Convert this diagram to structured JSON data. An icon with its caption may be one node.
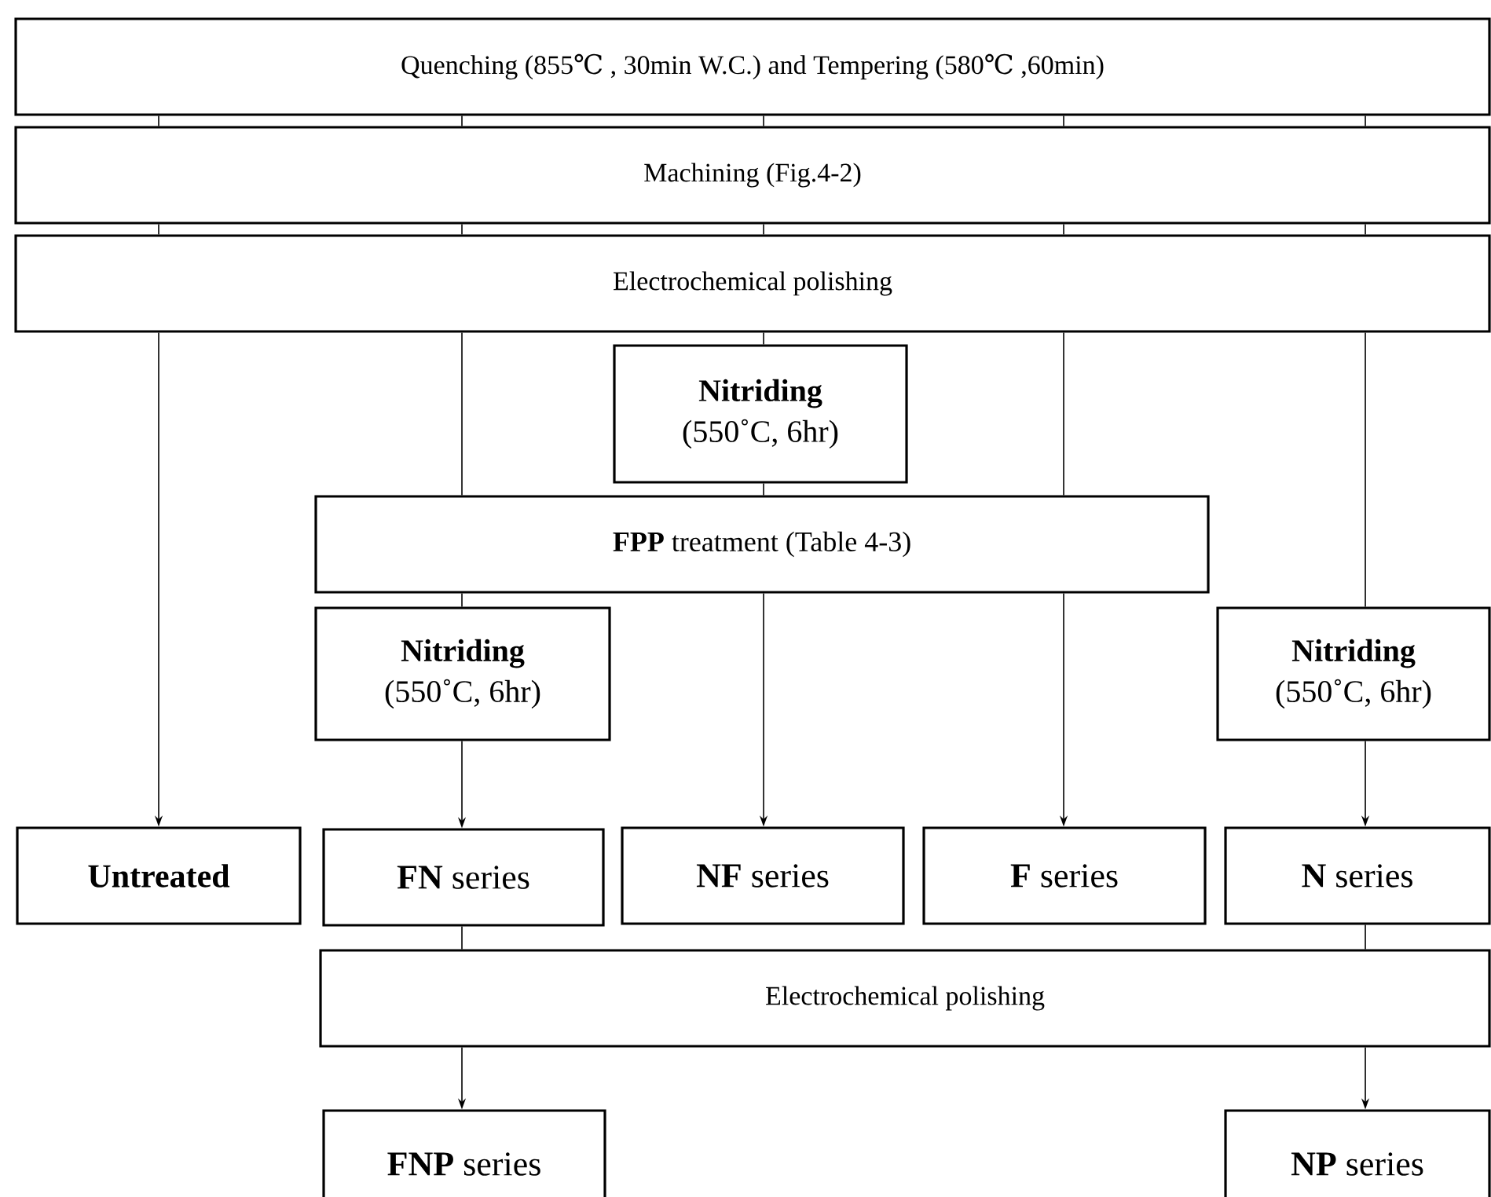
{
  "diagram": {
    "nodes": [
      {
        "text": [
          "Quenching (855℃ , 30min W.C.) and Tempering (580℃ ,60min)"
        ]
      },
      {
        "text": [
          "Machining (Fig.4-2)"
        ]
      },
      {
        "text": [
          "Electrochemical polishing"
        ]
      },
      {
        "text": [
          "Nitriding",
          "(550˚C, 6hr)"
        ]
      },
      {
        "text": [
          "**FPP** treatment (Table 4-3)"
        ]
      },
      {
        "text": [
          "Nitriding",
          "(550˚C, 6hr)"
        ]
      },
      {
        "text": [
          "Nitriding",
          "(550˚C, 6hr)"
        ]
      },
      {
        "text": [
          "Untreated"
        ]
      },
      {
        "text": [
          "**FN** series"
        ]
      },
      {
        "text": [
          "**NF** series"
        ]
      },
      {
        "text": [
          "**F** series"
        ]
      },
      {
        "text": [
          "**N** series"
        ]
      },
      {
        "text": [
          "Electrochemical polishing"
        ]
      },
      {
        "text": [
          "**FNP** series"
        ]
      },
      {
        "text": [
          "**NP** series"
        ]
      }
    ],
    "edges": [
      {
        "from": 0,
        "to": 1,
        "arrow": "none"
      },
      {
        "from": 0,
        "to": 1,
        "arrow": "none"
      },
      {
        "from": 0,
        "to": 1,
        "arrow": "none"
      },
      {
        "from": 0,
        "to": 1,
        "arrow": "none"
      },
      {
        "from": 0,
        "to": 1,
        "arrow": "none"
      },
      {
        "from": 1,
        "to": 2,
        "arrow": "none"
      },
      {
        "from": 1,
        "to": 2,
        "arrow": "none"
      },
      {
        "from": 1,
        "to": 2,
        "arrow": "none"
      },
      {
        "from": 1,
        "to": 2,
        "arrow": "none"
      },
      {
        "from": 1,
        "to": 2,
        "arrow": "none"
      },
      {
        "from": 2,
        "to": 7,
        "arrow": "to"
      },
      {
        "from": 2,
        "to": 4,
        "arrow": "none"
      },
      {
        "from": 4,
        "to": 5,
        "arrow": "none"
      },
      {
        "from": 5,
        "to": 8,
        "arrow": "to"
      },
      {
        "from": 2,
        "to": 3,
        "arrow": "none"
      },
      {
        "from": 3,
        "to": 4,
        "arrow": "none"
      },
      {
        "from": 4,
        "to": 9,
        "arrow": "to"
      },
      {
        "from": 2,
        "to": 4,
        "arrow": "none"
      },
      {
        "from": 4,
        "to": 10,
        "arrow": "to"
      },
      {
        "from": 2,
        "to": 6,
        "arrow": "none"
      },
      {
        "from": 6,
        "to": 11,
        "arrow": "to"
      },
      {
        "from": 8,
        "to": 12,
        "arrow": "none"
      },
      {
        "from": 12,
        "to": 13,
        "arrow": "to"
      },
      {
        "from": 11,
        "to": 12,
        "arrow": "none"
      },
      {
        "from": 12,
        "to": 14,
        "arrow": "to"
      }
    ]
  }
}
